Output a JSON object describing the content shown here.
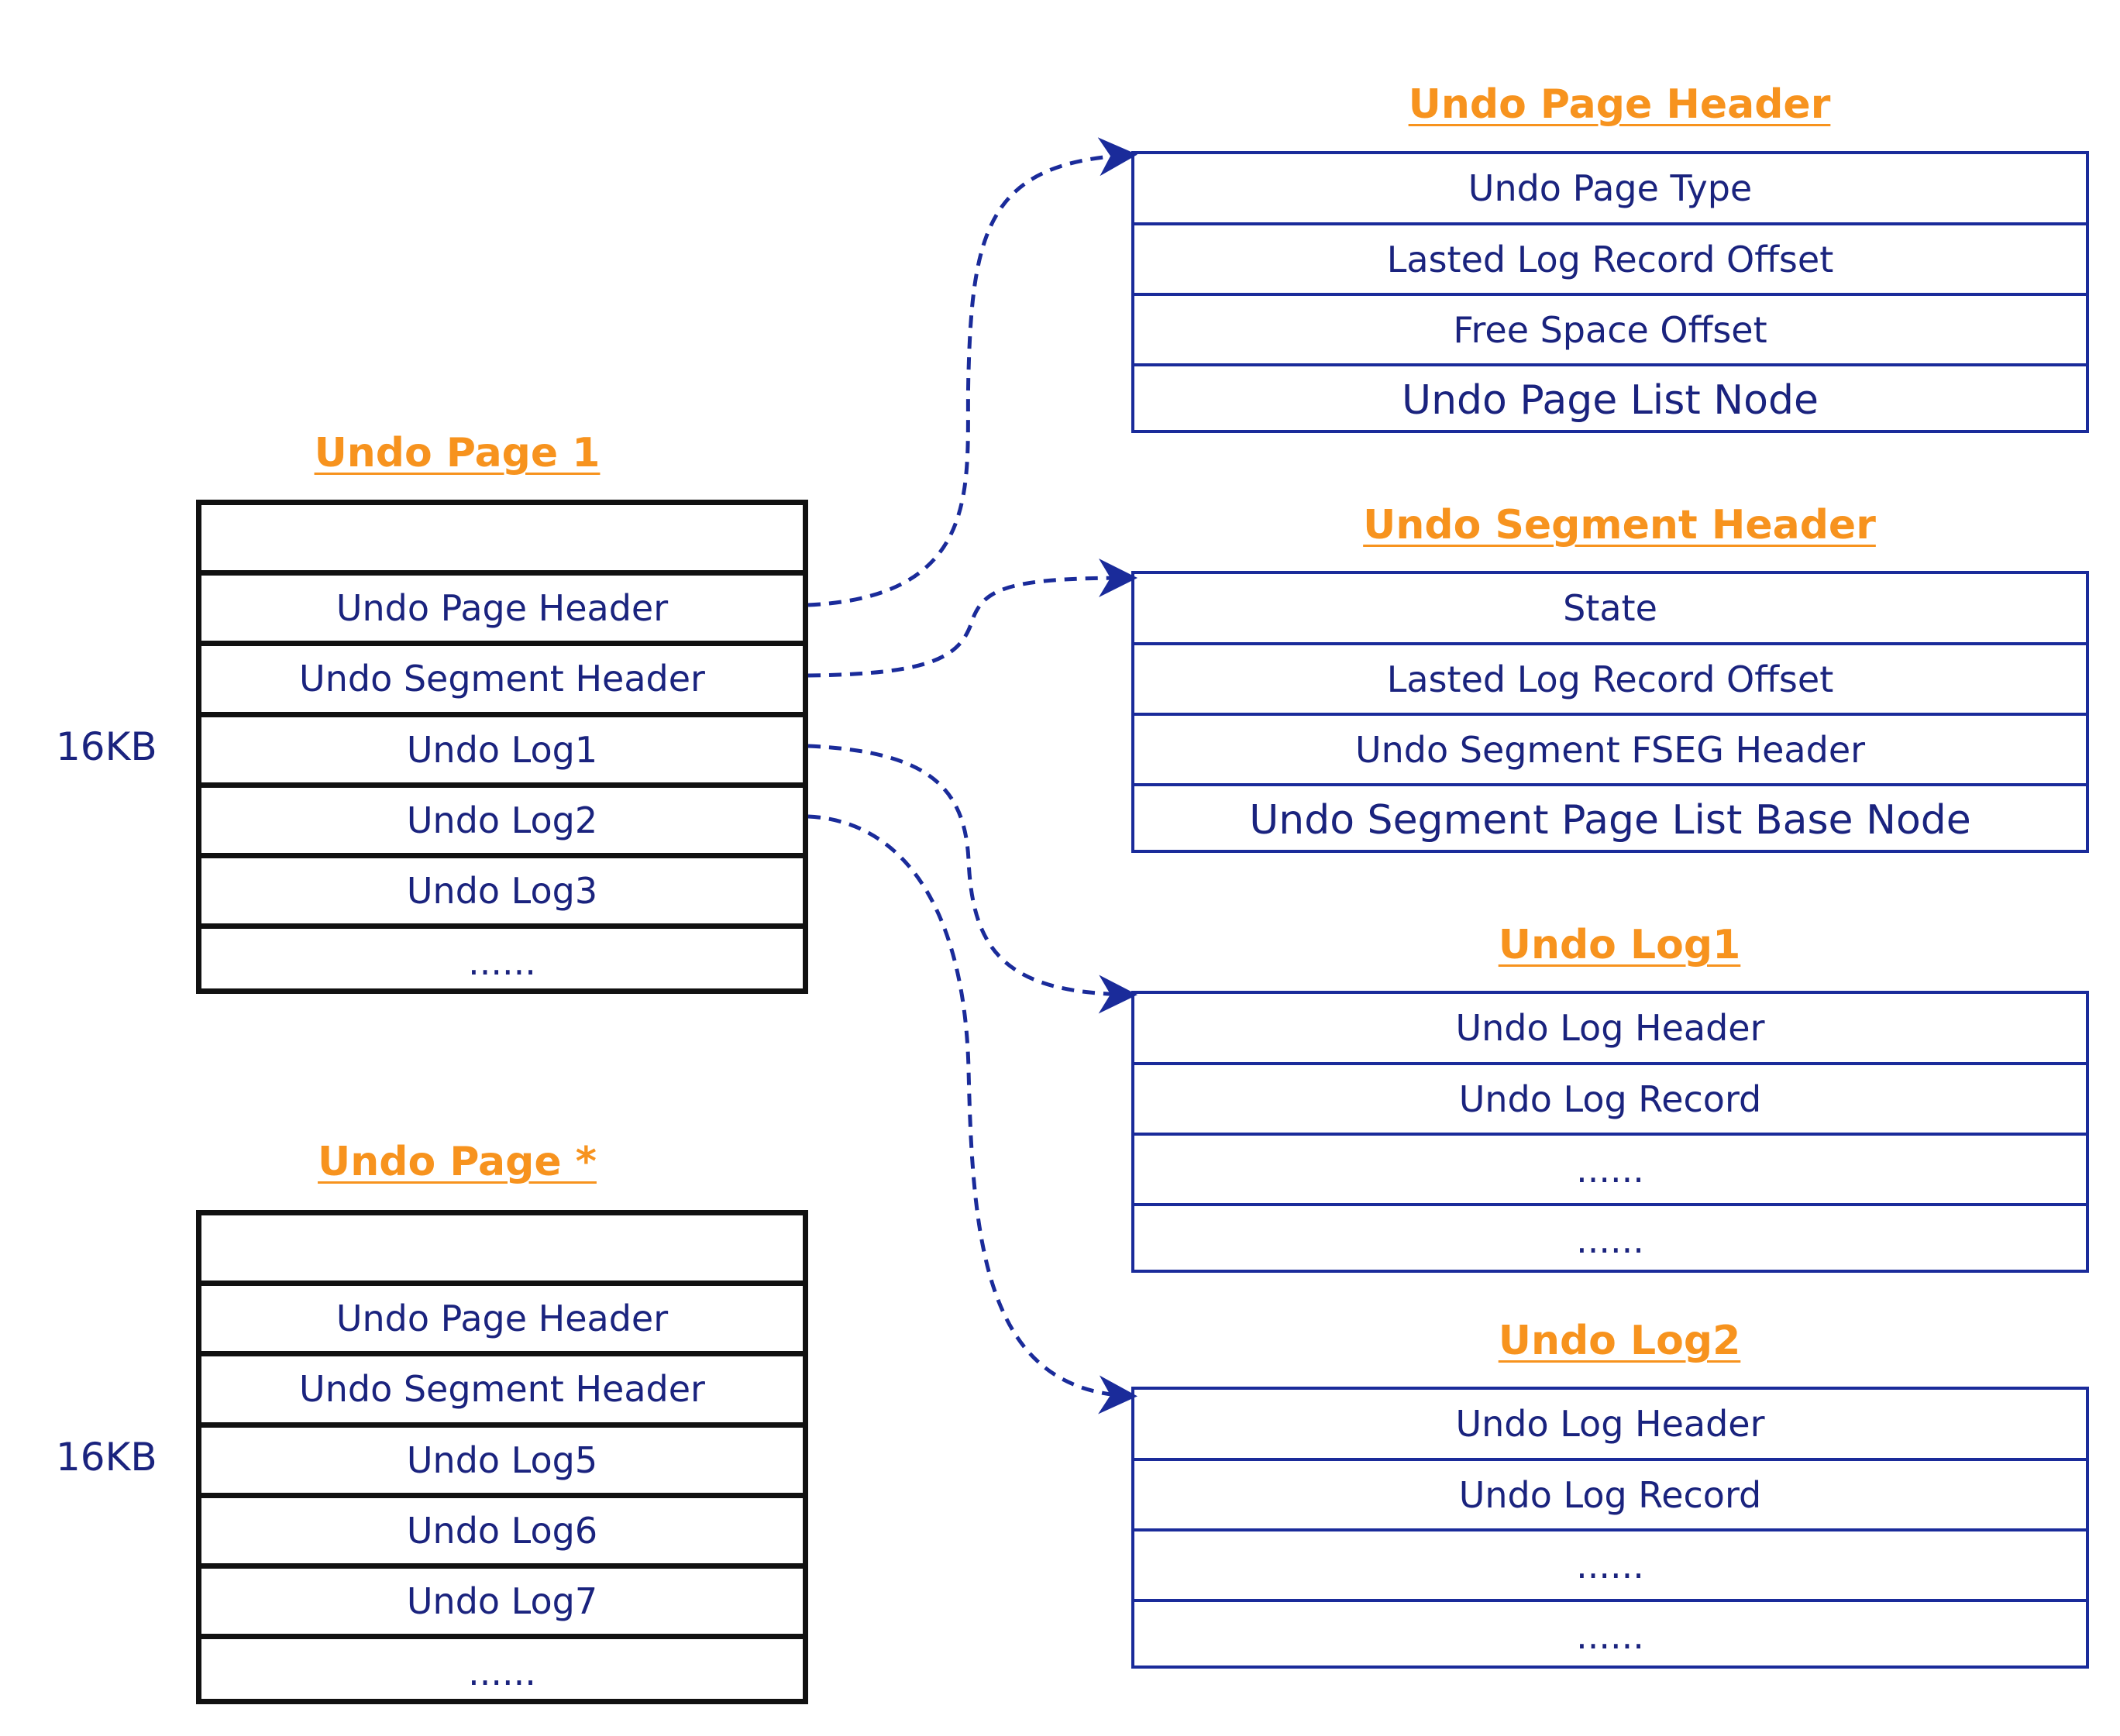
{
  "left": {
    "page1": {
      "title": "Undo Page 1",
      "size_label": "16KB",
      "rows": [
        "",
        "Undo Page Header",
        "Undo Segment Header",
        "Undo Log1",
        "Undo Log2",
        "Undo Log3",
        "......"
      ]
    },
    "pageN": {
      "title": "Undo Page *",
      "size_label": "16KB",
      "rows": [
        "",
        "Undo Page Header",
        "Undo Segment Header",
        "Undo Log5",
        "Undo Log6",
        "Undo Log7",
        "......"
      ]
    }
  },
  "right": {
    "page_header": {
      "title": "Undo Page Header",
      "rows": [
        "Undo Page Type",
        "Lasted Log Record Offset",
        "Free Space Offset",
        "Undo Page List Node"
      ]
    },
    "segment_header": {
      "title": "Undo Segment Header",
      "rows": [
        "State",
        "Lasted Log Record Offset",
        "Undo Segment FSEG Header",
        "Undo Segment Page List Base Node"
      ]
    },
    "log1": {
      "title": "Undo Log1",
      "rows": [
        "Undo Log Header",
        "Undo Log Record",
        "......",
        "......"
      ]
    },
    "log2": {
      "title": "Undo Log2",
      "rows": [
        "Undo Log Header",
        "Undo Log Record",
        "......",
        "......"
      ]
    }
  },
  "colors": {
    "title": "#F7931E",
    "text": "#1A237E",
    "line": "#1A2B9A",
    "left_border": "#111111"
  }
}
